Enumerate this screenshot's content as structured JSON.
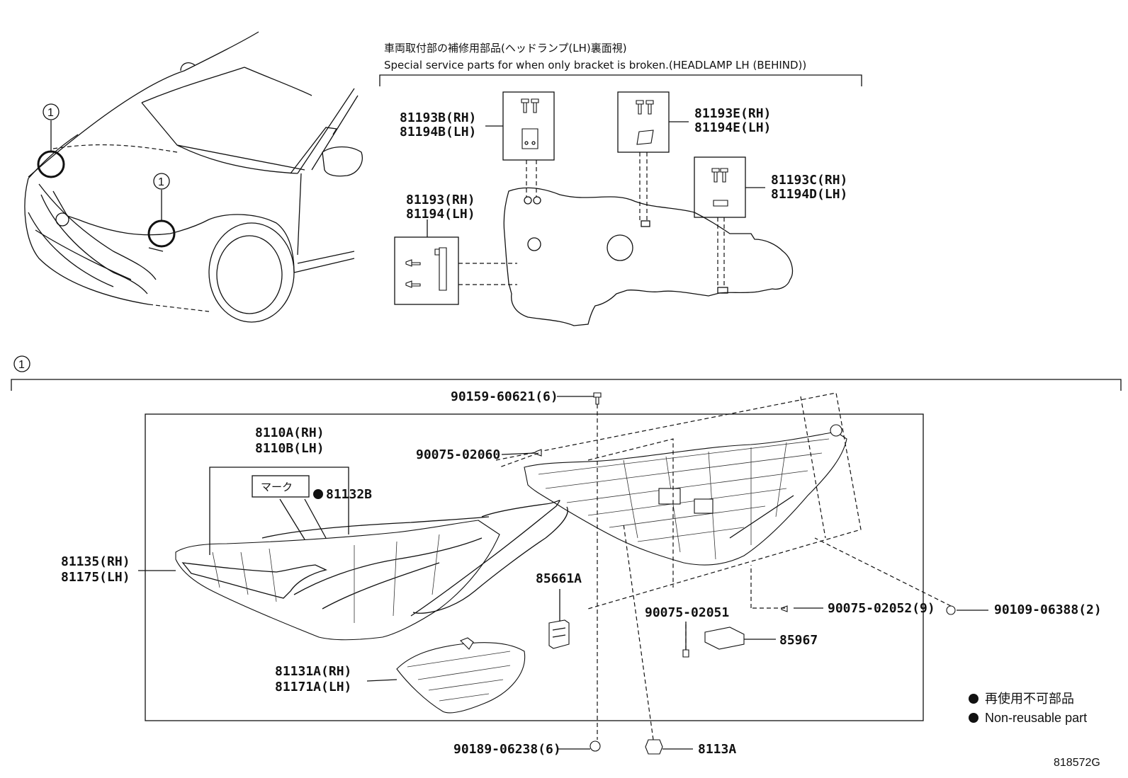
{
  "header": {
    "jp_title": "車両取付部の補修用部品(ヘッドランプ(LH)裏面視)",
    "en_title": "Special service parts for when only bracket is broken.(HEADLAMP LH (BEHIND))"
  },
  "callout_marker": "1",
  "bracket_parts": {
    "p81193b": [
      "81193B(RH)",
      "81194B(LH)"
    ],
    "p81193e": [
      "81193E(RH)",
      "81194E(LH)"
    ],
    "p81193c": [
      "81193C(RH)",
      "81194D(LH)"
    ],
    "p81193": [
      "81193(RH)",
      "81194(LH)"
    ]
  },
  "main_parts": {
    "p90159": "90159-60621(6)",
    "p8110": [
      "8110A(RH)",
      "8110B(LH)"
    ],
    "mark": "マーク",
    "p81132b": "81132B",
    "p90075_02060": "90075-02060",
    "p81135": [
      "81135(RH)",
      "81175(LH)"
    ],
    "p85661a": "85661A",
    "p90075_02051": "90075-02051",
    "p90075_02052": "90075-02052(9)",
    "p90109": "90109-06388(2)",
    "p85967": "85967",
    "p81131a": [
      "81131A(RH)",
      "81171A(LH)"
    ],
    "p90189": "90189-06238(6)",
    "p8113a": "8113A"
  },
  "legend": {
    "jp": "再使用不可部品",
    "en": "Non-reusable part"
  },
  "diagram_code": "818572G"
}
